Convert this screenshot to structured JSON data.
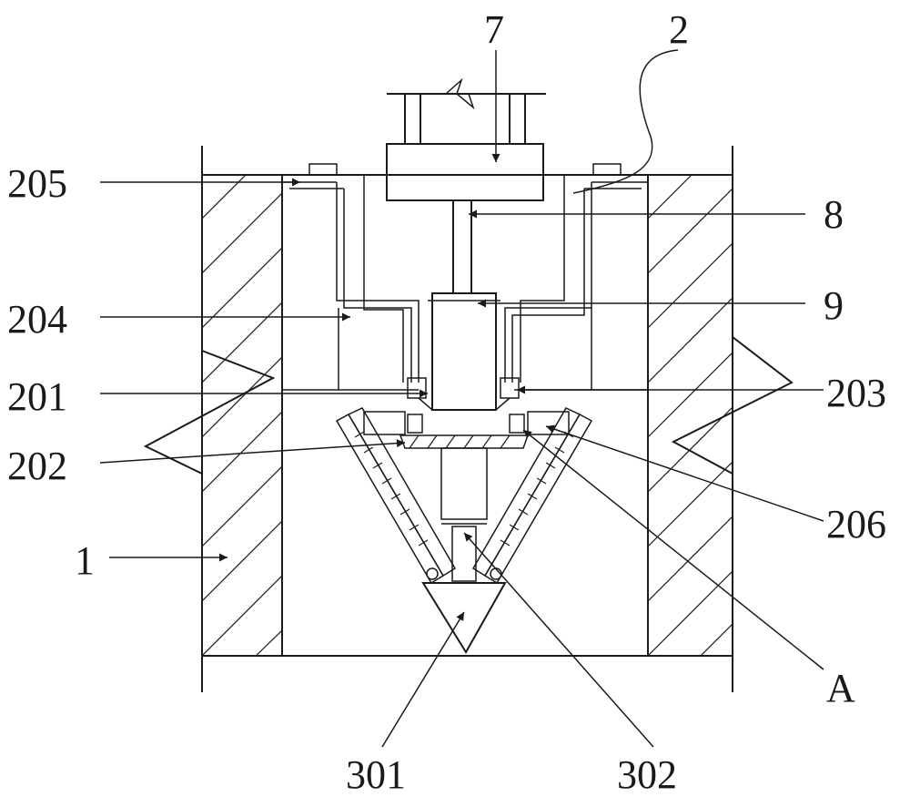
{
  "labels": {
    "l7": "7",
    "l2": "2",
    "l205": "205",
    "l8": "8",
    "l204": "204",
    "l9": "9",
    "l201": "201",
    "l203": "203",
    "l202": "202",
    "l206": "206",
    "l1": "1",
    "lA": "A",
    "l301": "301",
    "l302": "302"
  }
}
